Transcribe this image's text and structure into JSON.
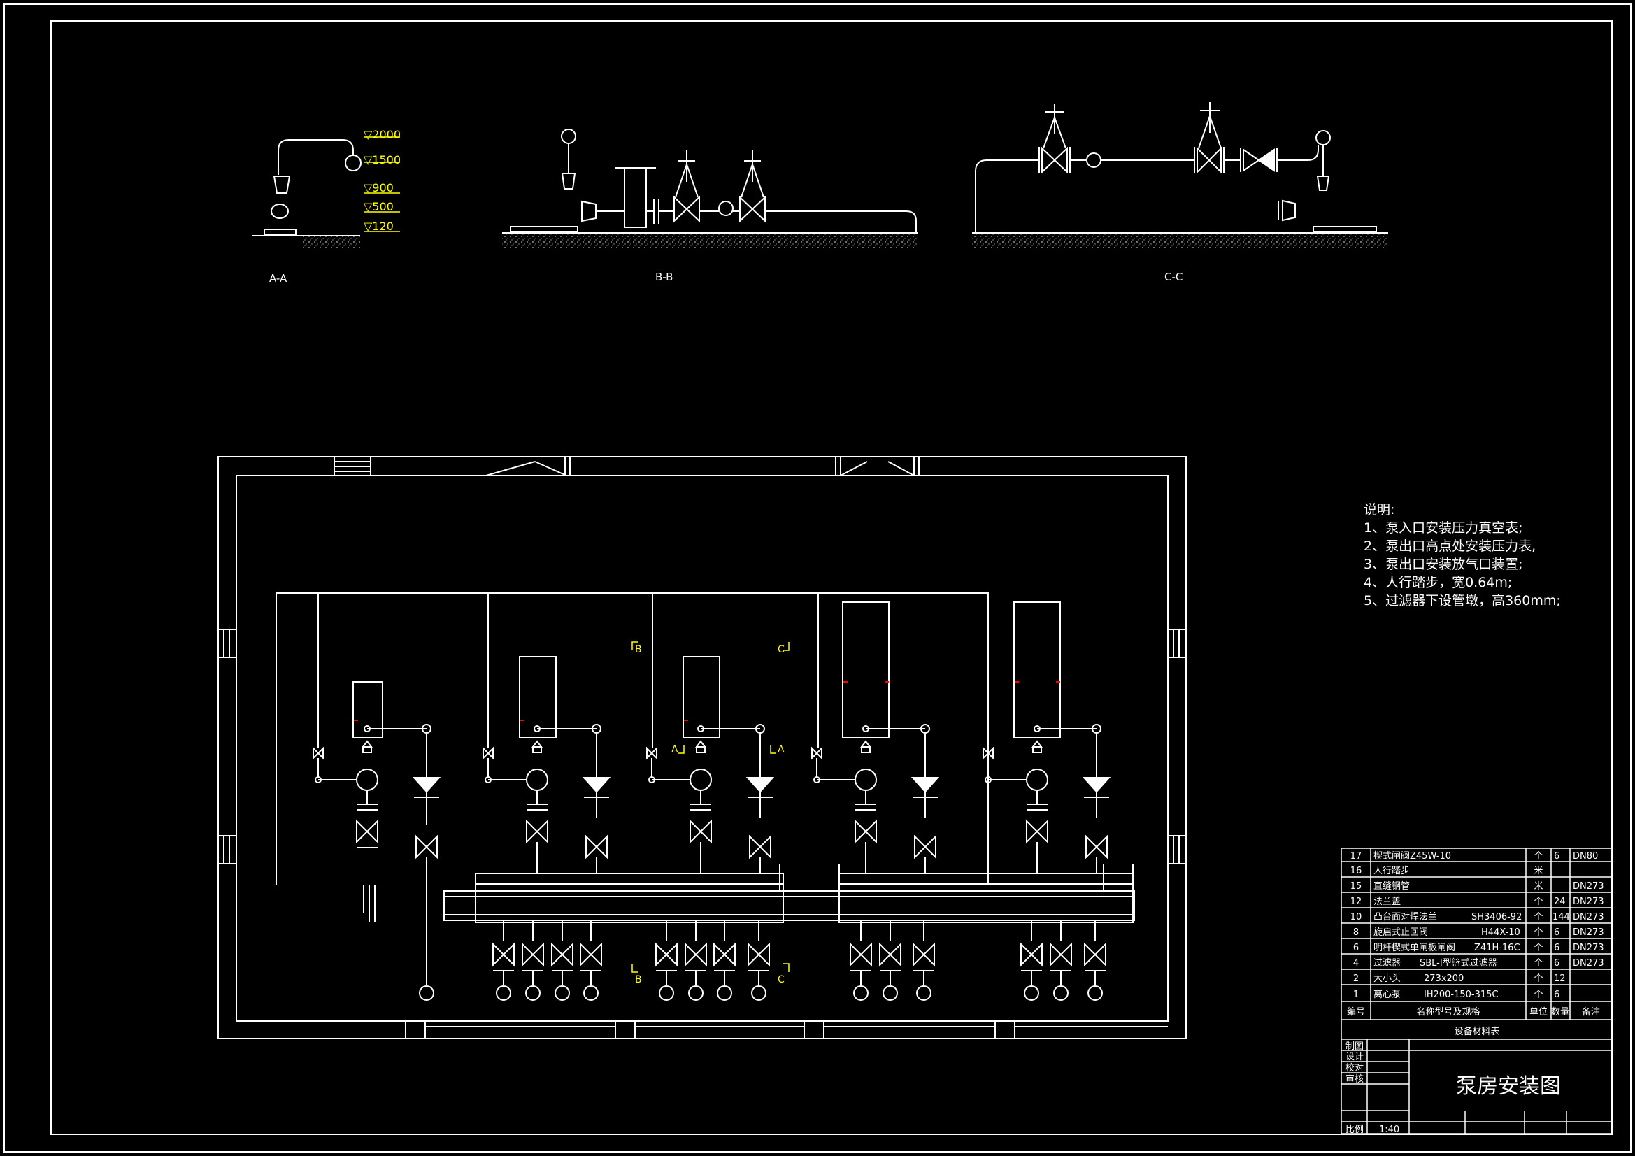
{
  "sections": {
    "aa": "A-A",
    "bb": "B-B",
    "cc": "C-C"
  },
  "elevations": [
    "▽2000",
    "▽1500",
    "▽900",
    "▽500",
    "▽120"
  ],
  "section_marks": {
    "b": "B",
    "c": "C",
    "a": "A"
  },
  "notes": {
    "title": "说明:",
    "items": [
      "1、泵入口安装压力真空表;",
      "2、泵出口高点处安装压力表,",
      "3、泵出口安装放气口装置;",
      "4、人行踏步，宽0.64m;",
      "5、过滤器下设管墩，高360mm;"
    ]
  },
  "bom": {
    "rows": [
      {
        "no": "17",
        "name": "楔式闸阀Z45W-10",
        "spec": "",
        "unit": "个",
        "qty": "6",
        "remark": "DN80"
      },
      {
        "no": "16",
        "name": "人行踏步",
        "spec": "",
        "unit": "米",
        "qty": "",
        "remark": ""
      },
      {
        "no": "15",
        "name": "直缝钢管",
        "spec": "",
        "unit": "米",
        "qty": "",
        "remark": "DN273"
      },
      {
        "no": "12",
        "name": "法兰盖",
        "spec": "",
        "unit": "个",
        "qty": "24",
        "remark": "DN273"
      },
      {
        "no": "10",
        "name": "凸台面对焊法兰",
        "spec": "SH3406-92",
        "unit": "个",
        "qty": "144",
        "remark": "DN273"
      },
      {
        "no": "8",
        "name": "旋启式止回阀",
        "spec": "H44X-10",
        "unit": "个",
        "qty": "6",
        "remark": "DN273"
      },
      {
        "no": "6",
        "name": "明杆楔式单闸板闸阀",
        "spec": "Z41H-16C",
        "unit": "个",
        "qty": "6",
        "remark": "DN273"
      },
      {
        "no": "4",
        "name": "过滤器",
        "spec": "SBL-Ⅰ型篮式过滤器",
        "unit": "个",
        "qty": "6",
        "remark": "DN273"
      },
      {
        "no": "2",
        "name": "大小头",
        "spec": "273x200",
        "unit": "个",
        "qty": "12",
        "remark": ""
      },
      {
        "no": "1",
        "name": "离心泵",
        "spec": "IH200-150-315C",
        "unit": "个",
        "qty": "6",
        "remark": ""
      }
    ],
    "header": {
      "no": "编号",
      "name": "名称型号及规格",
      "unit": "单位",
      "qty": "数量",
      "remark": "备注"
    },
    "table_title": "设备材料表"
  },
  "title_block": {
    "roles": [
      "制图",
      "设计",
      "校对",
      "审核"
    ],
    "drawing_title": "泵房安装图",
    "scale_label": "比例",
    "scale_value": "1:40"
  },
  "colors": {
    "background": "#000000",
    "line": "#ffffff",
    "annotation": "#ffff00",
    "accent": "#ff0000"
  }
}
